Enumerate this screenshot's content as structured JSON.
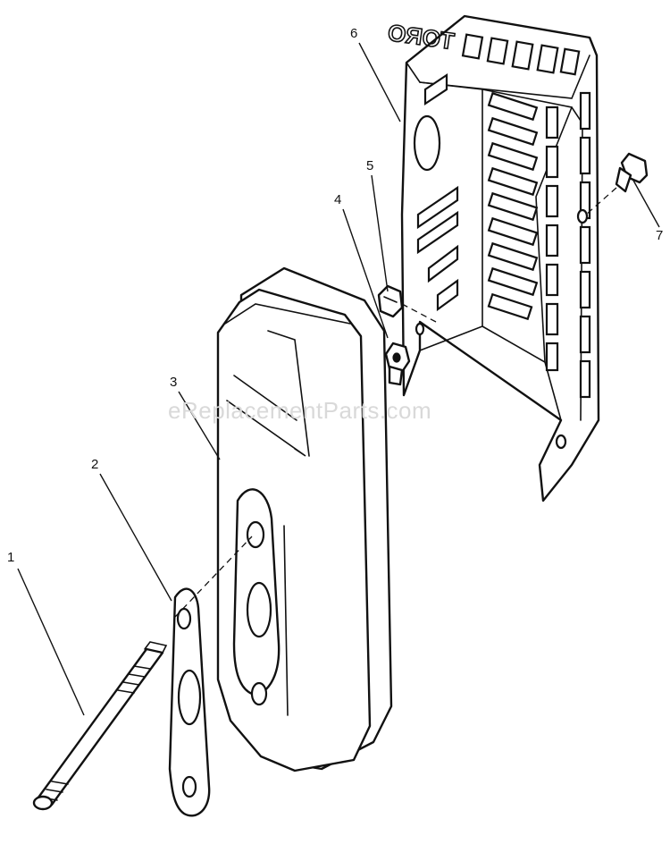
{
  "watermark": "eReplacementParts.com",
  "shield_stamp": "TORO",
  "callouts": [
    {
      "id": "1",
      "label": "1"
    },
    {
      "id": "2",
      "label": "2"
    },
    {
      "id": "3",
      "label": "3"
    },
    {
      "id": "4",
      "label": "4"
    },
    {
      "id": "5",
      "label": "5"
    },
    {
      "id": "6",
      "label": "6"
    },
    {
      "id": "7",
      "label": "7"
    }
  ]
}
